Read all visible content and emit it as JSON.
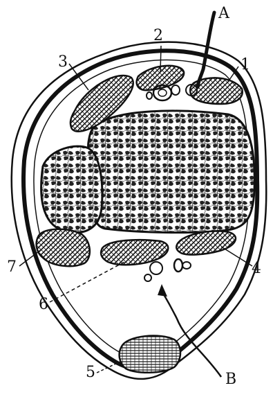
{
  "labels": {
    "A": "A",
    "B": "B",
    "one": "1",
    "two": "2",
    "three": "3",
    "four": "4",
    "five": "5",
    "six": "6",
    "seven": "7"
  },
  "colors": {
    "ink": "#111111",
    "paper": "#ffffff"
  }
}
